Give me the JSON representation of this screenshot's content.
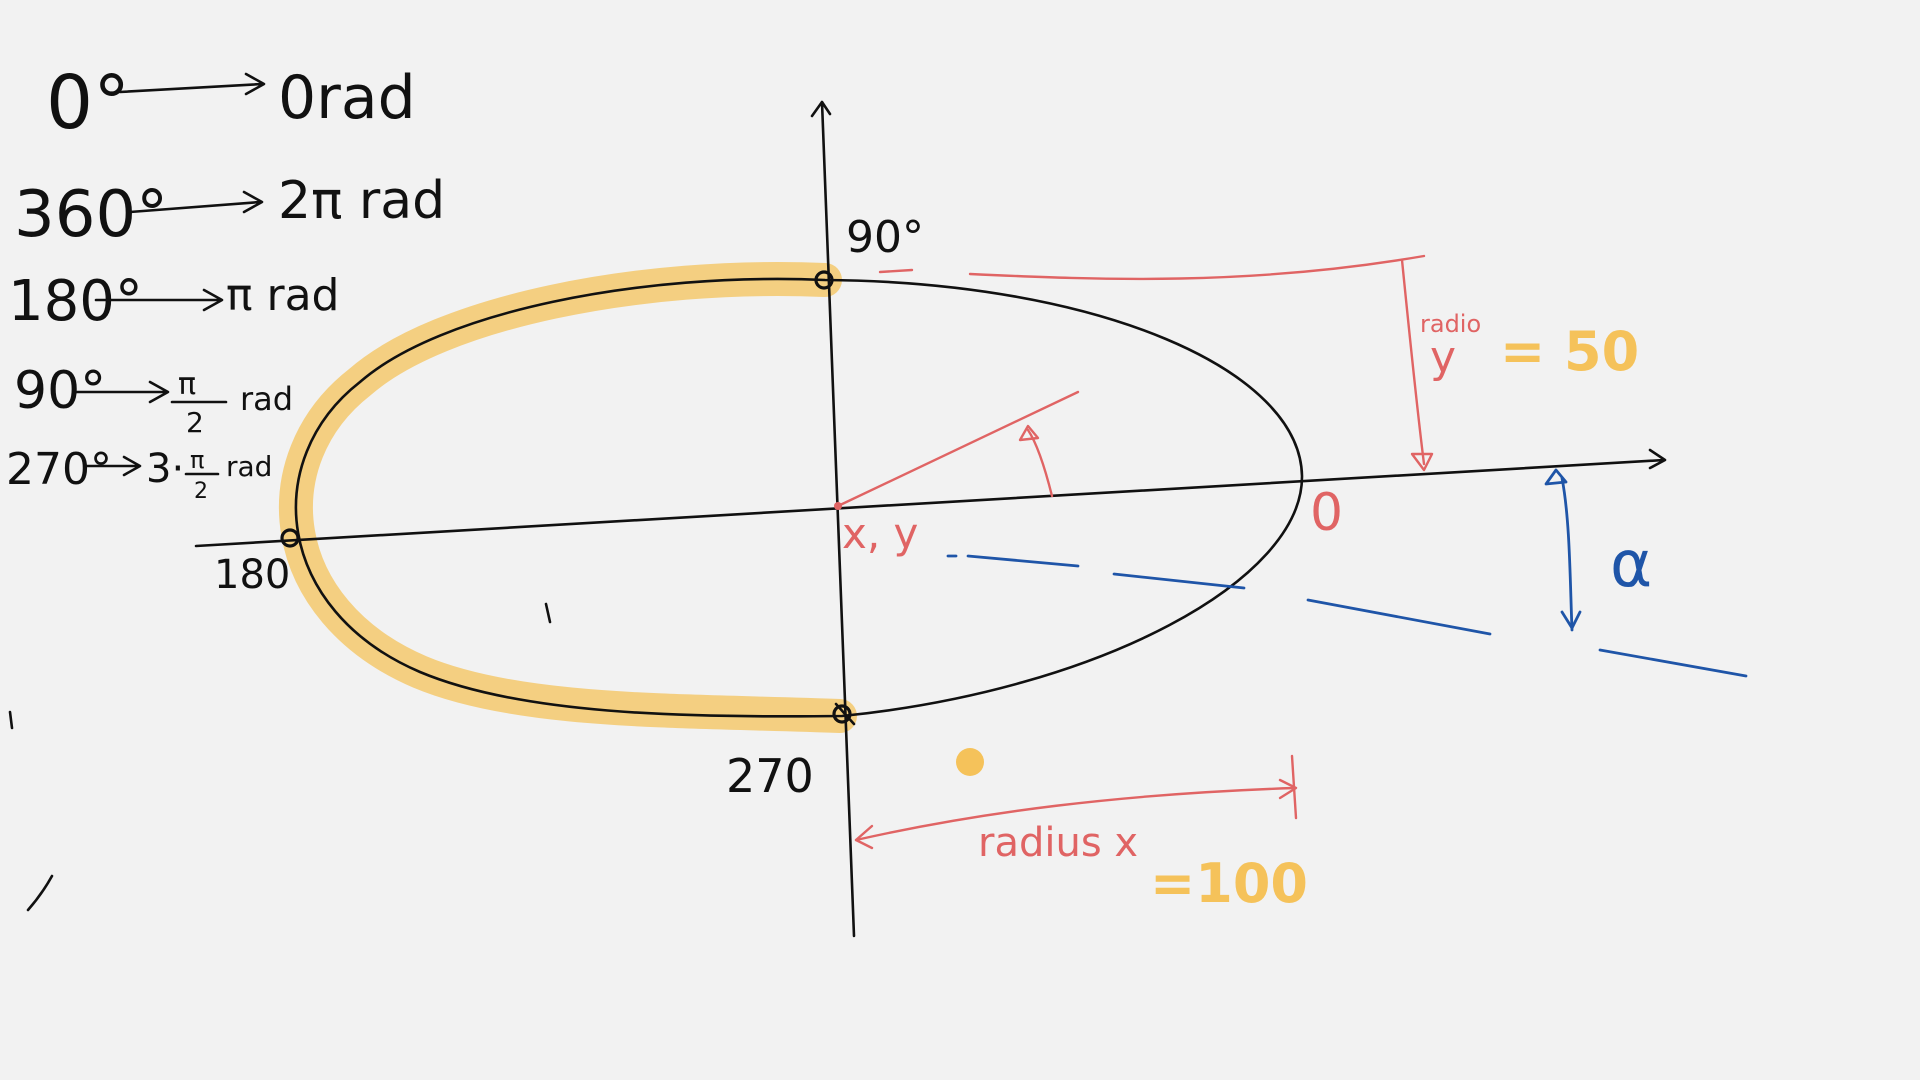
{
  "notes": {
    "line1": {
      "deg": "0°",
      "rad": "0rad"
    },
    "line2": {
      "deg": "360°",
      "rad": "2π rad"
    },
    "line3": {
      "deg": "180°",
      "rad": "π rad"
    },
    "line4": {
      "deg": "90°",
      "rad_num": "π",
      "rad_den": "2",
      "rad_unit": "rad"
    },
    "line5": {
      "deg": "270°",
      "rad": "3·",
      "rad_num": "π",
      "rad_den": "2",
      "rad_unit": "rad"
    }
  },
  "diagram": {
    "label_90": "90°",
    "label_180": "180",
    "label_270": "270",
    "label_0": "0",
    "center_label": "x, y",
    "radius_y_word": "radio",
    "radius_y_symbol": "y",
    "radius_y_value": "= 50",
    "radius_x_text": "radius x",
    "radius_x_value": "=100",
    "angle_symbol": "α"
  },
  "colors": {
    "ink": "#111111",
    "red": "#e06464",
    "blue": "#1f55a8",
    "highlight": "#f5bb44",
    "background": "#f2f2f2"
  }
}
